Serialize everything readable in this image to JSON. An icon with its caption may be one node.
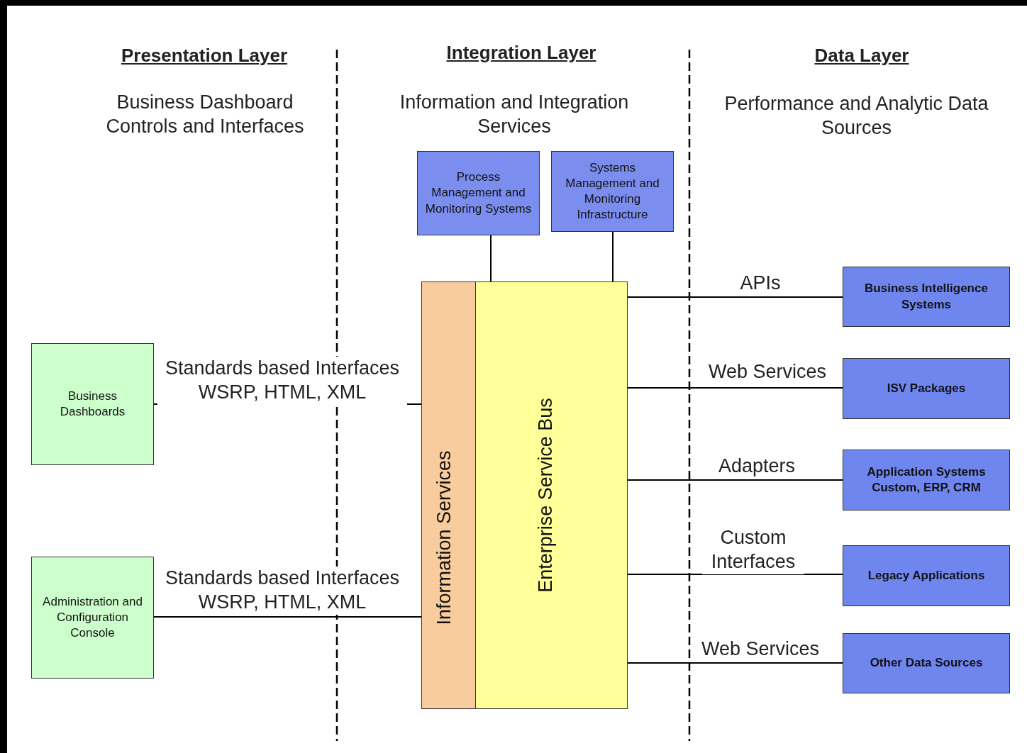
{
  "diagram": {
    "nodes": [
      {
        "text": [
          "Business Dashboards"
        ]
      },
      {
        "text": [
          "Administration and Configuration Console"
        ]
      },
      {
        "text": [
          "Process Management and Monitoring Systems"
        ]
      },
      {
        "text": [
          "Systems Management and Monitoring Infrastructure"
        ]
      },
      {
        "text": [
          "Information Services"
        ]
      },
      {
        "text": [
          "Enterprise Service Bus"
        ]
      },
      {
        "text": [
          "Business Intelligence Systems"
        ]
      },
      {
        "text": [
          "ISV Packages"
        ]
      },
      {
        "text": [
          "Application Systems Custom, ERP, CRM"
        ]
      },
      {
        "text": [
          "Legacy Applications"
        ]
      },
      {
        "text": [
          "Other Data Sources"
        ]
      }
    ],
    "edges": [
      {
        "from": 0,
        "to": 4,
        "arrow": "none",
        "label": "Standards based Interfaces WSRP, HTML, XML"
      },
      {
        "from": 1,
        "to": 4,
        "arrow": "none",
        "label": "Standards based Interfaces WSRP, HTML, XML"
      },
      {
        "from": 2,
        "to": 5,
        "arrow": "none"
      },
      {
        "from": 3,
        "to": 5,
        "arrow": "none"
      },
      {
        "from": 5,
        "to": 6,
        "arrow": "none",
        "label": "APIs"
      },
      {
        "from": 5,
        "to": 7,
        "arrow": "none",
        "label": "Web Services"
      },
      {
        "from": 5,
        "to": 8,
        "arrow": "none",
        "label": "Adapters"
      },
      {
        "from": 5,
        "to": 9,
        "arrow": "none",
        "label": "Custom Interfaces"
      },
      {
        "from": 5,
        "to": 10,
        "arrow": "none",
        "label": "Web Services"
      }
    ],
    "labels": [
      "Presentation Layer",
      "Integration Layer",
      "Data Layer",
      "Business Dashboard Controls and Interfaces",
      "Information and Integration Services",
      "Performance and Analytic Data Sources"
    ]
  }
}
